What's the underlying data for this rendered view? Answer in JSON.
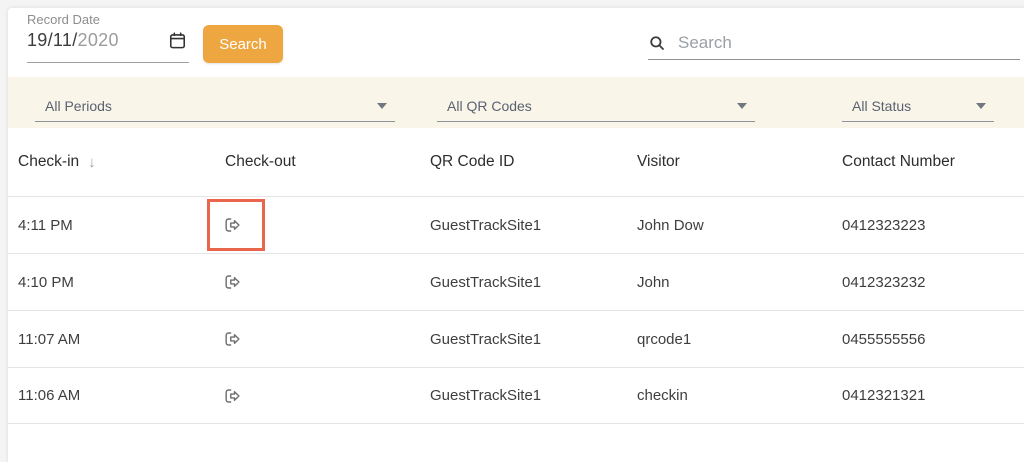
{
  "toolbar": {
    "record_date": {
      "label": "Record Date",
      "value": "19/11/2020",
      "day_month": "19/11/",
      "year": "2020"
    },
    "search_button_label": "Search",
    "search_input": {
      "value": "",
      "placeholder": "Search"
    }
  },
  "filters": {
    "period": "All Periods",
    "qr_code": "All QR Codes",
    "status": "All Status"
  },
  "table": {
    "columns": [
      "Check-in",
      "Check-out",
      "QR Code ID",
      "Visitor",
      "Contact Number"
    ],
    "sort": {
      "column": "Check-in",
      "direction": "descending",
      "glyph": "↓"
    },
    "rows": [
      {
        "check_in": "4:11 PM",
        "qr_code_id": "GuestTrackSite1",
        "visitor": "John Dow",
        "contact_number": "0412323223",
        "highlighted": true
      },
      {
        "check_in": "4:10 PM",
        "qr_code_id": "GuestTrackSite1",
        "visitor": "John",
        "contact_number": "0412323232",
        "highlighted": false
      },
      {
        "check_in": "11:07 AM",
        "qr_code_id": "GuestTrackSite1",
        "visitor": "qrcode1",
        "contact_number": "0455555556",
        "highlighted": false
      },
      {
        "check_in": "11:06 AM",
        "qr_code_id": "GuestTrackSite1",
        "visitor": "checkin",
        "contact_number": "0412321321",
        "highlighted": false
      }
    ]
  },
  "icons": {
    "calendar": "calendar-icon",
    "search": "search-icon",
    "checkout": "checkout-exit-arrow-icon",
    "sort_descending": "arrow-down-icon",
    "dropdown": "dropdown-arrow-icon"
  },
  "colors": {
    "accent_orange": "#eda640",
    "annotation_red": "#e9664d",
    "filter_bar_bg": "#faf5e9",
    "row_divider": "#e4e4e4",
    "text_primary": "#3e3e3e",
    "text_muted": "#9c9c9c"
  }
}
